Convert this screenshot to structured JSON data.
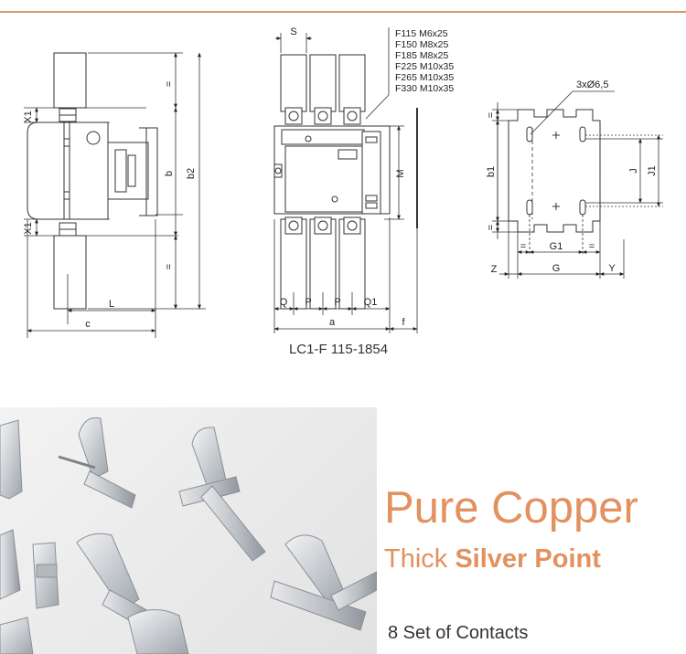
{
  "drawing": {
    "side_view": {
      "dims": {
        "x1_top": "X1",
        "x1_bottom": "X1",
        "eq_top": "=",
        "eq_bottom": "=",
        "b": "b",
        "b2": "b2",
        "L": "L",
        "c": "c"
      }
    },
    "front_view": {
      "dims": {
        "S": "S",
        "M": "M",
        "Q": "Q",
        "P1": "P",
        "P2": "P",
        "Q1": "Q1",
        "a": "a",
        "f": "f"
      },
      "bolt_specs": [
        "F115 M6x25",
        "F150 M8x25",
        "F185 M8x25",
        "F225 M10x35",
        "F265 M10x35",
        "F330 M10x35"
      ]
    },
    "mount_view": {
      "holes": "3xØ6,5",
      "dims": {
        "eq_top": "=",
        "eq_bottom": "=",
        "b1": "b1",
        "J": "J",
        "J1": "J1",
        "eq_left": "=",
        "G1": "G1",
        "eq_right": "=",
        "Z": "Z",
        "G": "G",
        "Y": "Y"
      }
    },
    "model_caption": "LC1-F 115-1854"
  },
  "promo": {
    "headline": "Pure Copper",
    "subhead_prefix": "Thick ",
    "subhead_bold": "Silver Point",
    "contacts": "8 Set of Contacts"
  },
  "colors": {
    "accent": "#e2915f",
    "rule": "#d9966b"
  }
}
